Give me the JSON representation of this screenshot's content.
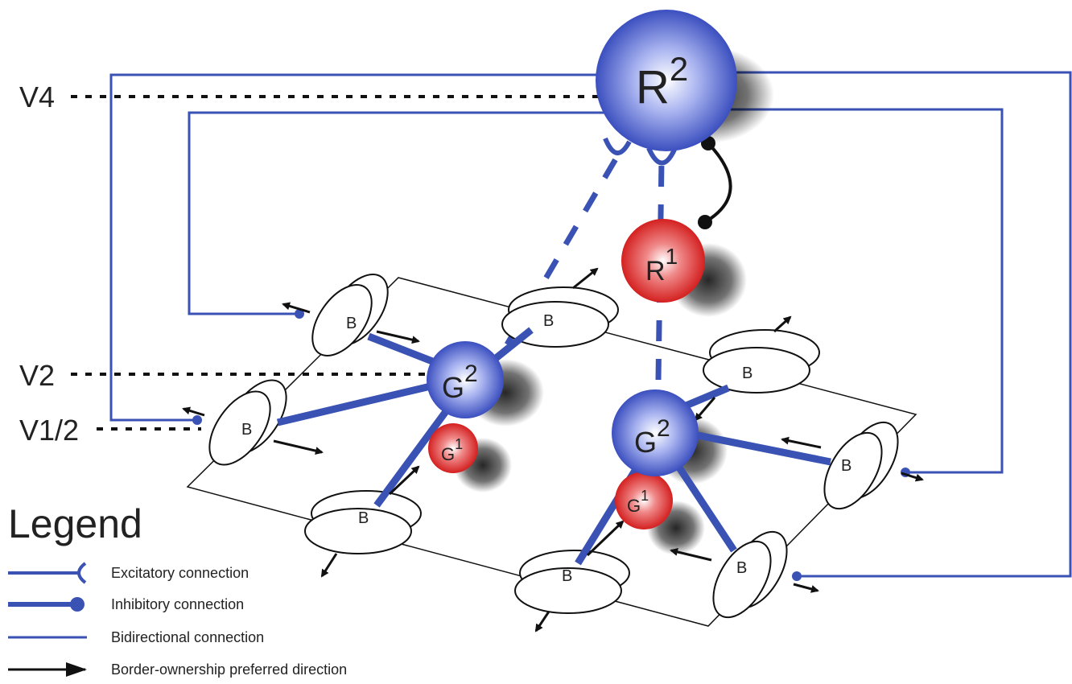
{
  "layers": {
    "v4": "V4",
    "v2": "V2",
    "v12": "V1/2"
  },
  "nodes": {
    "r2": {
      "letter": "R",
      "sup": "2"
    },
    "r1": {
      "letter": "R",
      "sup": "1"
    },
    "g2_left": {
      "letter": "G",
      "sup": "2"
    },
    "g1_left": {
      "letter": "G",
      "sup": "1"
    },
    "g2_right": {
      "letter": "G",
      "sup": "2"
    },
    "g1_right": {
      "letter": "G",
      "sup": "1"
    }
  },
  "border_cell_label": "B",
  "legend": {
    "title": "Legend",
    "items": [
      {
        "type": "excitatory",
        "label": "Excitatory connection"
      },
      {
        "type": "inhibitory",
        "label": "Inhibitory connection"
      },
      {
        "type": "bidirectional",
        "label": "Bidirectional connection"
      },
      {
        "type": "border-ownership",
        "label": "Border-ownership preferred direction"
      }
    ]
  },
  "colors": {
    "blue_node": "#3b4fbf",
    "red_node": "#d42020",
    "connection_blue": "#3a52b4",
    "arrow_black": "#111111"
  }
}
